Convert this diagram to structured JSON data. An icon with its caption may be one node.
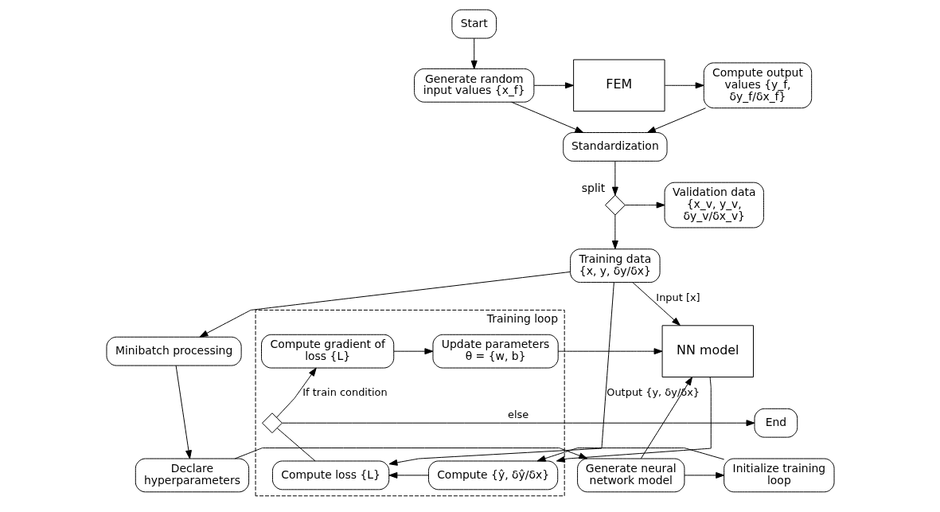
{
  "diagram": {
    "nodes": [
      {
        "text": [
          "Start"
        ]
      },
      {
        "text": [
          "Generate random input values {x_f}"
        ]
      },
      {
        "text": [
          "FEM"
        ]
      },
      {
        "text": [
          "Compute output values {y_f, δy_f/δx_f}"
        ]
      },
      {
        "text": [
          "Standardization"
        ]
      },
      {
        "text": [],
        "shape": "diamond",
        "beside": [
          "split"
        ]
      },
      {
        "text": [
          "Validation data",
          "{x_v, y_v, δy_v/δx_v}"
        ]
      },
      {
        "text": [
          "Training data",
          "{x, y, δy/δx}"
        ]
      },
      {
        "text": [
          "Minibatch processing"
        ]
      },
      {
        "text": [
          "Declare hyperparameters"
        ]
      },
      {
        "text": [
          "Generate neural network model"
        ]
      },
      {
        "text": [
          "Initialize training loop"
        ]
      },
      {
        "text": [
          "Training loop"
        ]
      },
      {
        "text": [
          "NN model"
        ]
      },
      {
        "text": [
          "Update parameters",
          "θ = {w, b}"
        ],
        "in": 12
      },
      {
        "text": [
          "Compute gradient of loss {L}"
        ],
        "in": 12
      },
      {
        "text": [
          "Compute {ŷ, δŷ/δx}"
        ],
        "in": 12
      },
      {
        "text": [
          "Compute loss {L}"
        ],
        "in": 12
      },
      {
        "text": [],
        "shape": "diamond",
        "in": 12
      },
      {
        "text": [
          "End"
        ]
      }
    ],
    "edges": [
      {
        "from": 0,
        "to": 1,
        "arrow": "to"
      },
      {
        "from": 1,
        "to": 2,
        "arrow": "to"
      },
      {
        "from": 2,
        "to": 3,
        "arrow": "to"
      },
      {
        "from": 1,
        "to": 4,
        "arrow": "to"
      },
      {
        "from": 3,
        "to": 4,
        "arrow": "to"
      },
      {
        "from": 4,
        "to": 5,
        "arrow": "to"
      },
      {
        "from": 5,
        "to": 6,
        "arrow": "to"
      },
      {
        "from": 5,
        "to": 7,
        "arrow": "to"
      },
      {
        "from": 7,
        "to": 13,
        "arrow": "to",
        "label": "Input [x]"
      },
      {
        "from": 7,
        "to": 8,
        "arrow": "to"
      },
      {
        "from": 8,
        "to": 9,
        "arrow": "to"
      },
      {
        "from": 9,
        "to": 10,
        "arrow": "to"
      },
      {
        "from": 10,
        "to": 13,
        "arrow": "to"
      },
      {
        "from": 10,
        "to": 11,
        "arrow": "to"
      },
      {
        "from": 11,
        "to": 16,
        "arrow": "to"
      },
      {
        "from": 13,
        "to": 16,
        "arrow": "to"
      },
      {
        "from": 16,
        "to": 17,
        "arrow": "to"
      },
      {
        "from": 17,
        "to": 18,
        "arrow": "none"
      },
      {
        "from": 18,
        "to": 15,
        "arrow": "to",
        "label": "If train condition"
      },
      {
        "from": 18,
        "to": 19,
        "arrow": "to",
        "label": "else"
      },
      {
        "from": 15,
        "to": 14,
        "arrow": "to"
      },
      {
        "from": 14,
        "to": 13,
        "arrow": "to"
      },
      {
        "from": 7,
        "to": 17,
        "arrow": "to",
        "label": "Output {y, δy/δx}"
      }
    ]
  }
}
